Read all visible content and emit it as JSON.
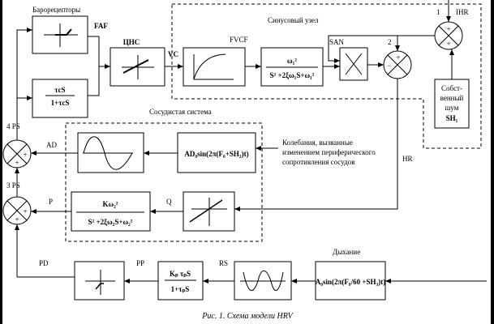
{
  "labels": {
    "baroreceptors": "Барорецепторы",
    "faf": "FAF",
    "cns": "ЦНС",
    "vc": "VC",
    "fvcf": "FVCF",
    "sinus_node": "Синусовый узел",
    "san": "SAN",
    "sum1_num": "1",
    "ihr": "IHR",
    "sum2_num": "2",
    "noise_line1": "Собст-",
    "noise_line2": "венный",
    "noise_line3": "шум",
    "noise_line4": "SH₁",
    "hr": "HR",
    "vascular_system": "Сосудистая система",
    "oscillation_note_line1": "Колебания, вызванные",
    "oscillation_note_line2": "изменением периферического",
    "oscillation_note_line3": "сопротивления сосудов",
    "sum4_label": "4  PS",
    "sum3_label": "3  PS",
    "ad": "AD",
    "p": "P",
    "q": "Q",
    "pd": "PD",
    "pp": "PP",
    "rs": "RS",
    "breathing": "Дыхание",
    "caption": "Рис. 1. Схема модели HRV"
  },
  "formulas": {
    "baro_hp_num": "τcS",
    "baro_hp_den": "1+τcS",
    "sa_num": "ω₁²",
    "sa_den": "S² +2ξω₁S+ω₁²",
    "ad_sin": "AD₀sin(2π(F₀+SH₂)t)",
    "vasc_num": "Kω₂²",
    "vasc_den": "S² +2ξω₂S+ω₂²",
    "resp_num": "Kₚ τₚS",
    "resp_den": "1+τₚS",
    "breath_sin": "A₀sin(2π(F₀/60 +SH₃)t)"
  },
  "signs": {
    "plus": "+",
    "minus": "−"
  }
}
